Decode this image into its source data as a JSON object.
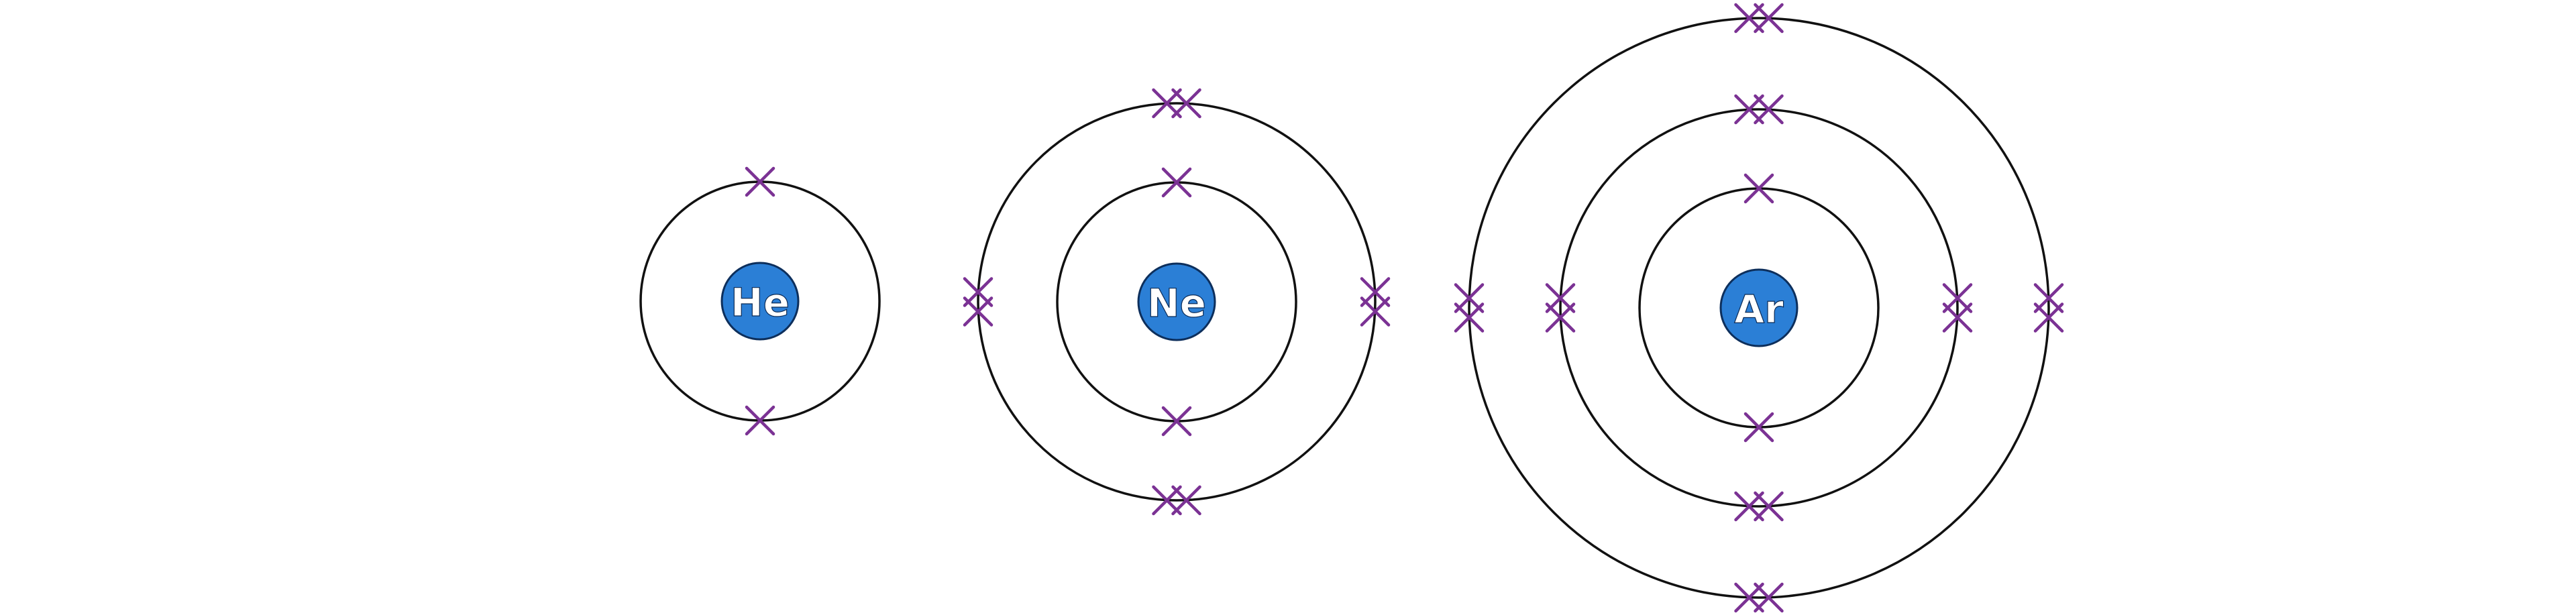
{
  "colors": {
    "background": "#ffffff",
    "shell": "#111111",
    "electron": "#7b3294",
    "nucleus_fill": "#2b7fd6",
    "nucleus_stroke": "#0d2f5c"
  },
  "atoms": [
    {
      "symbol": "He",
      "shells": [
        {
          "electrons": 2
        }
      ]
    },
    {
      "symbol": "Ne",
      "shells": [
        {
          "electrons": 2
        },
        {
          "electrons": 8
        }
      ]
    },
    {
      "symbol": "Ar",
      "shells": [
        {
          "electrons": 2
        },
        {
          "electrons": 8
        },
        {
          "electrons": 8
        }
      ]
    }
  ]
}
